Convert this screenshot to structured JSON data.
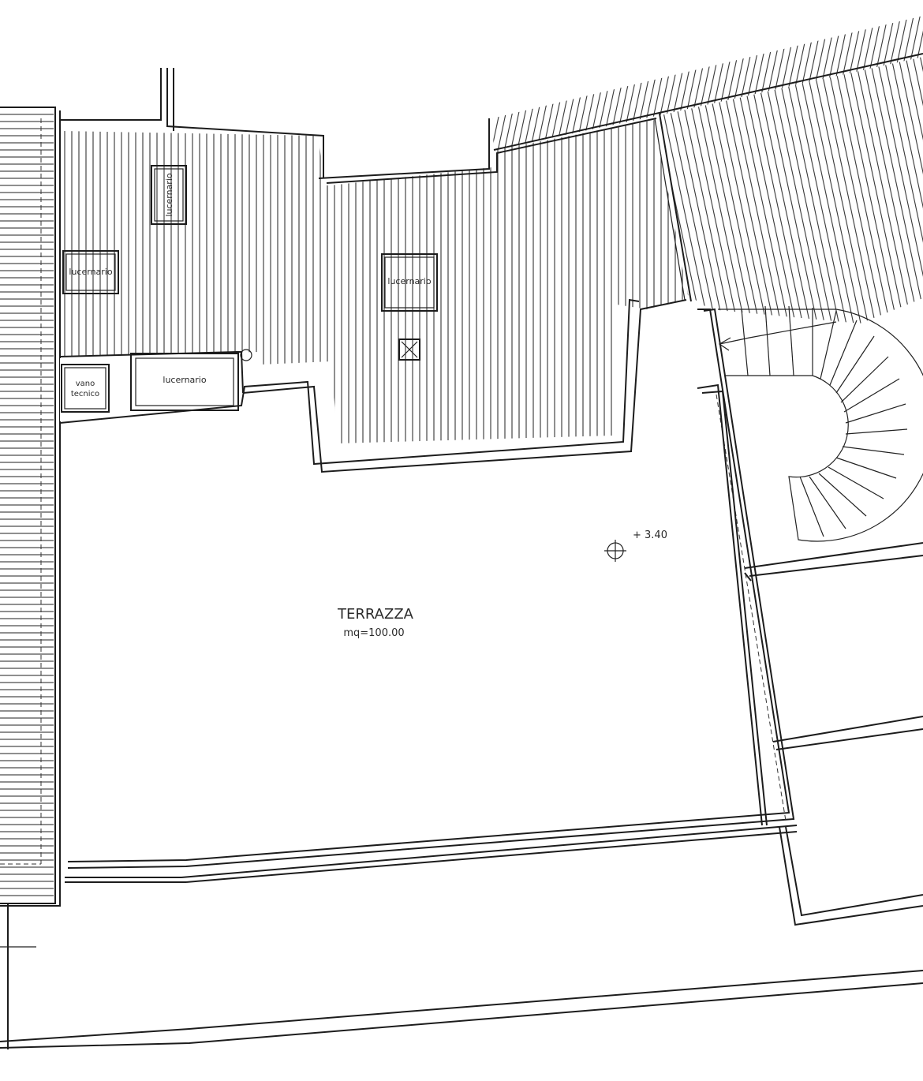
{
  "drawing": {
    "room_name": "TERRAZZA",
    "room_area": "mq=100.00",
    "elevation": "+ 3.40",
    "skylights": [
      "lucernario",
      "lucernario",
      "lucernario",
      "lucernario"
    ],
    "technical_room": [
      "vano",
      "tecnico"
    ]
  }
}
